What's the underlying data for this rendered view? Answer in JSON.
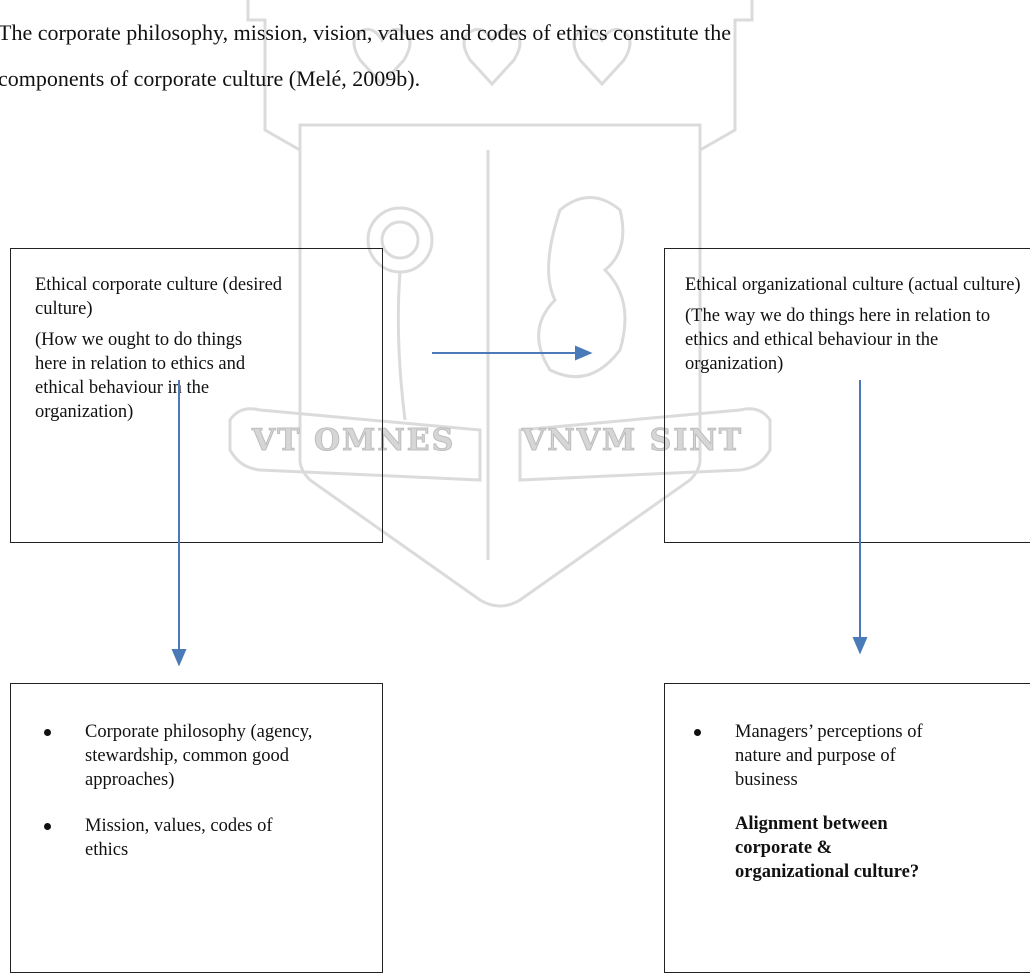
{
  "intro": {
    "line1": "The corporate philosophy, mission, vision, values and codes of ethics constitute the",
    "line2": "components of corporate culture (Melé, 2009b)."
  },
  "watermark": {
    "motto_left": "VT OMNES",
    "motto_right": "VNVM SINT"
  },
  "boxes": {
    "desired": {
      "title": "Ethical corporate culture (desired culture)",
      "description": "(How we ought to do things here in relation to ethics and ethical behaviour in the organization)"
    },
    "actual": {
      "title": "Ethical organizational culture (actual culture)",
      "description": "(The way we do things here in relation to ethics and ethical behaviour in the organization)"
    },
    "corporate": {
      "bullets": [
        "Corporate philosophy (agency, stewardship, common good approaches)",
        "Mission, values, codes of ethics"
      ]
    },
    "perception": {
      "bullets": [
        "Managers’ perceptions of nature and purpose of business"
      ],
      "conclusion": "Alignment between corporate & organizational culture?"
    }
  },
  "colors": {
    "arrow": "#4a7ab8",
    "box_border": "#222222",
    "watermark": "#c9c9c9"
  }
}
